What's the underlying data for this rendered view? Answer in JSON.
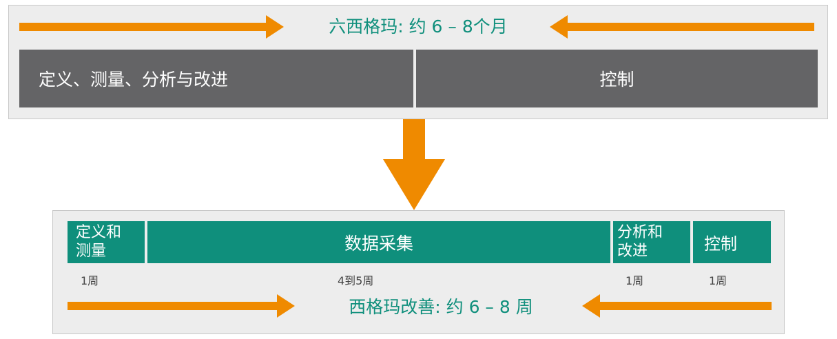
{
  "top": {
    "title": "六西格玛: 约 6 – 8个月",
    "phase_define_measure_analyze_improve": "定义、测量、分析与改进",
    "phase_control": "控制"
  },
  "bottom": {
    "title": "西格玛改善: 约 6 – 8 周",
    "boxes": [
      {
        "line1": "定义和",
        "line2": "测量",
        "duration": "1周"
      },
      {
        "label": "数据采集",
        "duration": "4到5周"
      },
      {
        "line1": "分析和",
        "line2": "改进",
        "duration": "1周"
      },
      {
        "label": "控制",
        "duration": "1周"
      }
    ]
  },
  "colors": {
    "teal": "#0f8f7c",
    "dark_gray": "#646466",
    "orange": "#ef8a00",
    "panel_bg": "#ededed"
  }
}
